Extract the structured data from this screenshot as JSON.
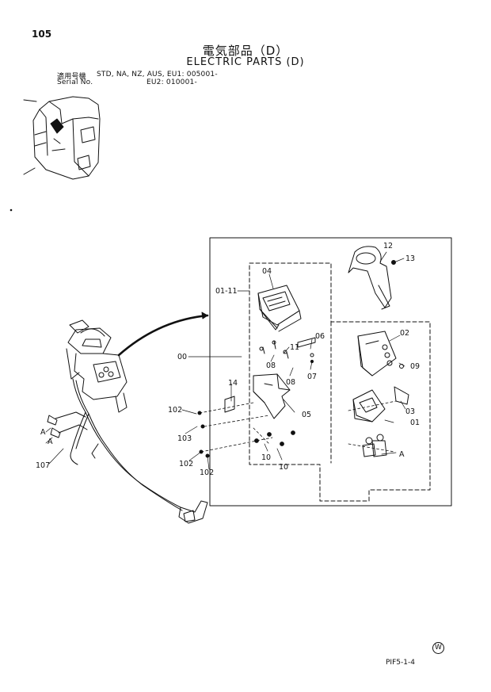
{
  "page_number": "105",
  "title_jp": "電気部品（D）",
  "title_en": "ELECTRIC PARTS (D)",
  "applicability": {
    "label_jp": "適用号機",
    "label_en": "Serial No.",
    "line1": "STD, NA, NZ, AUS, EU1: 005001-",
    "line2": "EU2: 010001-"
  },
  "callouts": {
    "c12": "12",
    "c13": "13",
    "c04": "04",
    "c0111": "01-11",
    "c02": "02",
    "c06": "06",
    "c11": "11",
    "c08a": "08",
    "c08b": "08",
    "c07": "07",
    "c09": "09",
    "c00": "00",
    "c14": "14",
    "c05": "05",
    "c03": "03",
    "c01": "01",
    "c102a": "102",
    "c103": "103",
    "c102b": "102",
    "c102c": "102",
    "c10a": "10",
    "c10b": "10",
    "cA1": "A",
    "cA2": "A",
    "cA3": "A",
    "c107": "107"
  },
  "footer": {
    "symbol": "W",
    "code": "PIF5-1-4"
  }
}
